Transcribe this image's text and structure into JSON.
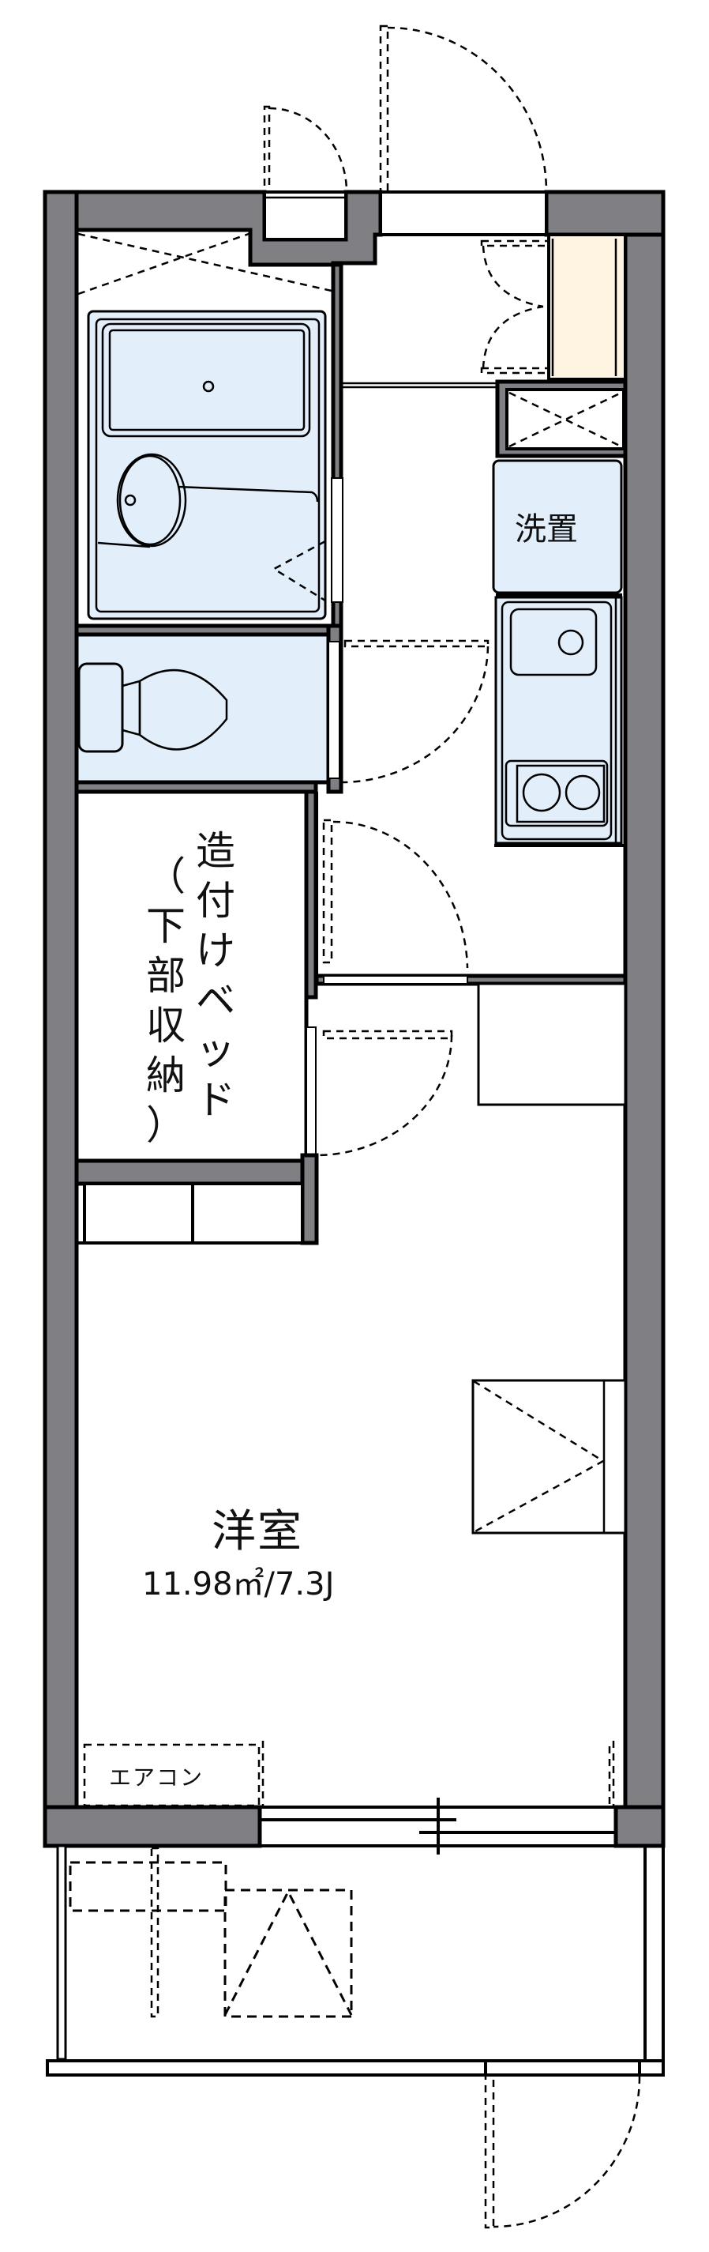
{
  "floorplan": {
    "title": "1K floor plan",
    "colors": {
      "wall": "#807f84",
      "fixture": "#e3eefb",
      "shoe_cabinet": "#fff4e1",
      "line": "#000000",
      "background": "#ffffff"
    },
    "rooms": {
      "main_room": {
        "name": "洋室",
        "area": "11.98㎡/7.3J"
      },
      "built_in_bed": {
        "label_main": [
          "造",
          "付",
          "け",
          "ベ",
          "ッ",
          "ド"
        ],
        "label_sub": [
          "（",
          "下",
          "部",
          "収",
          "納",
          "）"
        ]
      },
      "washing_machine": {
        "label": "洗置"
      },
      "aircon": {
        "label": "エアコン"
      }
    },
    "fixtures": [
      {
        "name": "unit-bath",
        "type": "bathtub"
      },
      {
        "name": "toilet",
        "type": "toilet"
      },
      {
        "name": "kitchen-sink",
        "type": "sink"
      },
      {
        "name": "two-burner-stove",
        "type": "stove"
      },
      {
        "name": "shoe-cabinet",
        "type": "cabinet"
      },
      {
        "name": "pipe-shaft",
        "type": "shaft"
      },
      {
        "name": "closet",
        "type": "closet"
      },
      {
        "name": "balcony",
        "type": "balcony"
      }
    ]
  }
}
